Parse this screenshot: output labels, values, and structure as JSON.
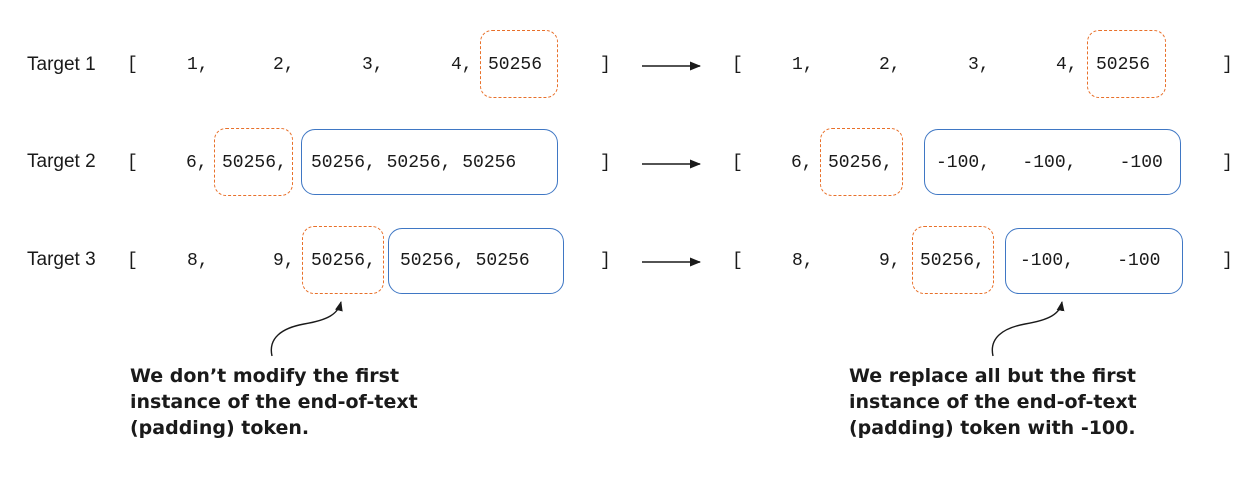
{
  "rows": [
    {
      "label": "Target 1",
      "before": {
        "open": "[",
        "tokens": [
          "1,",
          "2,",
          "3,",
          "4,"
        ],
        "first_pad": "50256",
        "rest": "",
        "close": "]"
      },
      "after": {
        "open": "[",
        "tokens": [
          "1,",
          "2,",
          "3,",
          "4,"
        ],
        "first_pad": "50256",
        "rest": "",
        "close": "]"
      }
    },
    {
      "label": "Target 2",
      "before": {
        "open": "[",
        "tokens": [
          "6,"
        ],
        "first_pad": "50256,",
        "rest": "50256, 50256, 50256",
        "close": "]"
      },
      "after": {
        "open": "[",
        "tokens": [
          "6,"
        ],
        "first_pad": "50256,",
        "rest": "-100,   -100,    -100",
        "close": "]"
      }
    },
    {
      "label": "Target 3",
      "before": {
        "open": "[",
        "tokens": [
          "8,",
          "9,"
        ],
        "first_pad": "50256,",
        "rest": "50256, 50256",
        "close": "]"
      },
      "after": {
        "open": "[",
        "tokens": [
          "8,",
          "9,"
        ],
        "first_pad": "50256,",
        "rest": "-100,    -100",
        "close": "]"
      }
    }
  ],
  "notes": {
    "left": [
      "We don’t modify the first",
      "instance of the end-of-text",
      "(padding) token."
    ],
    "right": [
      "We replace all but the first",
      "instance of the end-of-text",
      "(padding) token with -100."
    ]
  },
  "colors": {
    "padding_box": "#e8702a",
    "replaced_box": "#3f77c4",
    "text": "#1a1a1a"
  },
  "icons": [
    "right-arrow-icon",
    "curved-arrow-icon"
  ]
}
